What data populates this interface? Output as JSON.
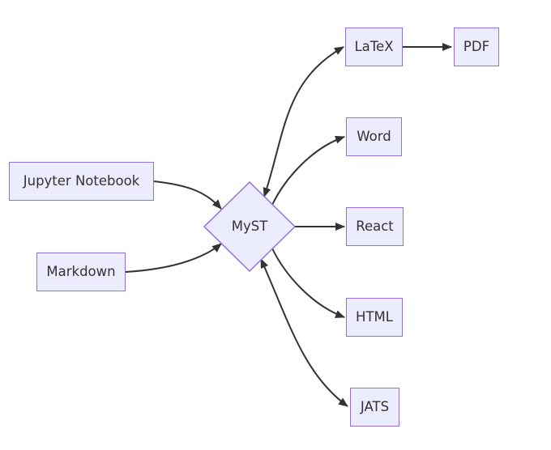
{
  "diagram": {
    "type": "flowchart",
    "direction": "left-to-right",
    "nodes": [
      {
        "id": "jupyter",
        "label": "Jupyter Notebook",
        "shape": "rectangle"
      },
      {
        "id": "markdown",
        "label": "Markdown",
        "shape": "rectangle"
      },
      {
        "id": "myst",
        "label": "MyST",
        "shape": "diamond"
      },
      {
        "id": "latex",
        "label": "LaTeX",
        "shape": "rectangle"
      },
      {
        "id": "pdf",
        "label": "PDF",
        "shape": "rectangle"
      },
      {
        "id": "word",
        "label": "Word",
        "shape": "rectangle"
      },
      {
        "id": "react",
        "label": "React",
        "shape": "rectangle"
      },
      {
        "id": "html",
        "label": "HTML",
        "shape": "rectangle"
      },
      {
        "id": "jats",
        "label": "JATS",
        "shape": "rectangle"
      }
    ],
    "edges": [
      {
        "from": "jupyter",
        "to": "myst",
        "arrows": "one-way"
      },
      {
        "from": "markdown",
        "to": "myst",
        "arrows": "one-way"
      },
      {
        "from": "myst",
        "to": "latex",
        "arrows": "two-way"
      },
      {
        "from": "latex",
        "to": "pdf",
        "arrows": "one-way"
      },
      {
        "from": "myst",
        "to": "word",
        "arrows": "one-way"
      },
      {
        "from": "myst",
        "to": "react",
        "arrows": "one-way"
      },
      {
        "from": "myst",
        "to": "html",
        "arrows": "one-way"
      },
      {
        "from": "myst",
        "to": "jats",
        "arrows": "two-way"
      }
    ],
    "colors": {
      "node_fill": "#ECECFF",
      "node_border": "#9370DB",
      "edge": "#333333",
      "text": "#333333",
      "background": "#FFFFFF"
    }
  }
}
